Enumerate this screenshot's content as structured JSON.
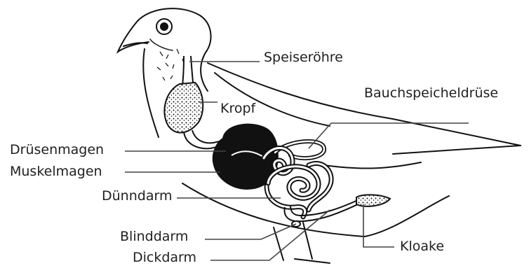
{
  "diagram": {
    "labels": {
      "speiseroehre": "Speiseröhre",
      "bauchspeicheldruese": "Bauchspeicheldrüse",
      "kropf": "Kropf",
      "druesenmagen": "Drüsenmagen",
      "muskelmagen": "Muskelmagen",
      "duenndarm": "Dünndarm",
      "blinddarm": "Blinddarm",
      "dickdarm": "Dickdarm",
      "kloake": "Kloake"
    },
    "colors": {
      "ink": "#111111",
      "label_text": "#1f1f1f",
      "leader_line": "#444444",
      "background": "#ffffff"
    }
  }
}
